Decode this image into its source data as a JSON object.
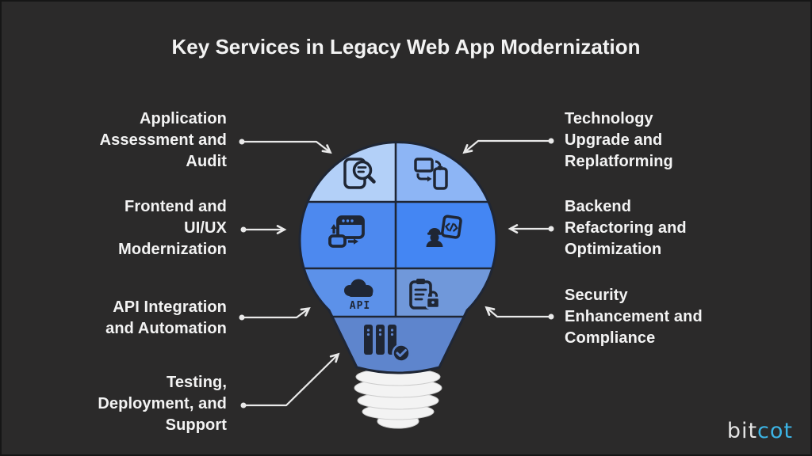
{
  "title": "Key Services in Legacy Web App Modernization",
  "logo": {
    "bit": "bit",
    "cot": "cot"
  },
  "colors": {
    "background": "#2b2a2a",
    "border": "#161616",
    "text": "#f3f3f3",
    "arrow": "#e9e9e9",
    "ink": "#1f2634",
    "screw": "#f3f3f3",
    "screw_edge": "#cccccc",
    "logo_bit": "#e4e4e4",
    "logo_cot": "#3cb4e5"
  },
  "bulb": {
    "api_label": "API",
    "segments": [
      {
        "id": "application-assessment",
        "color": "#b3d0f8",
        "icon": "document-search-icon"
      },
      {
        "id": "technology-upgrade",
        "color": "#8db5f5",
        "icon": "devices-sync-icon"
      },
      {
        "id": "frontend-modernization",
        "color": "#4d89ef",
        "icon": "browser-upgrade-icon"
      },
      {
        "id": "backend-refactoring",
        "color": "#4486f3",
        "icon": "engineer-code-icon"
      },
      {
        "id": "api-integration",
        "color": "#5c91e9",
        "icon": "cloud-api-icon"
      },
      {
        "id": "security-compliance",
        "color": "#7098da",
        "icon": "clipboard-lock-icon"
      },
      {
        "id": "testing-deployment",
        "color": "#5e85cd",
        "icon": "server-check-icon"
      }
    ]
  },
  "services_left": [
    {
      "label": "Application\nAssessment and\nAudit"
    },
    {
      "label": "Frontend and\nUI/UX\nModernization"
    },
    {
      "label": "API Integration\nand Automation"
    },
    {
      "label": "Testing,\nDeployment, and\nSupport"
    }
  ],
  "services_right": [
    {
      "label": "Technology\nUpgrade and\nReplatforming"
    },
    {
      "label": "Backend\nRefactoring and\nOptimization"
    },
    {
      "label": "Security\nEnhancement and\nCompliance"
    }
  ]
}
